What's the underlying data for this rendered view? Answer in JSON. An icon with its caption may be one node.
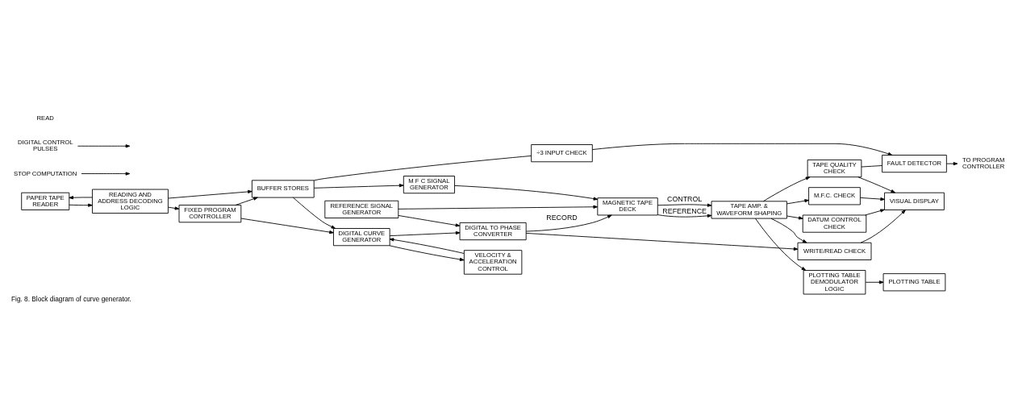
{
  "diagram": {
    "caption": "Fig. 8. Block diagram of curve generator.",
    "nodes": [
      {
        "text": [
          "PAPER TAPE READER"
        ]
      },
      {
        "text": [
          "READING AND ADDRESS DECODING LOGIC"
        ]
      },
      {
        "text": [
          "BUFFER STORES"
        ]
      },
      {
        "text": [
          "M F C SIGNAL GENERATOR"
        ]
      },
      {
        "text": [
          "÷3 INPUT CHECK"
        ]
      },
      {
        "text": [
          "DIGITAL CURVE GENERATOR"
        ]
      },
      {
        "text": [
          "FIXED PROGRAM CONTROLLER"
        ]
      },
      {
        "text": [
          "VELOCITY & ACCELERATION CONTROL"
        ]
      },
      {
        "text": [
          "DIGITAL TO PHASE CONVERTER"
        ]
      },
      {
        "text": [
          "REFERENCE SIGNAL GENERATOR"
        ]
      },
      {
        "text": [
          "MAGNETIC TAPE DECK"
        ]
      },
      {
        "text": [
          "TAPE AMP. & WAVEFORM SHAPING"
        ]
      },
      {
        "text": [
          "DATUM CONTROL CHECK"
        ]
      },
      {
        "text": [
          "TAPE QUALITY CHECK"
        ]
      },
      {
        "text": [
          "WRITE/READ CHECK"
        ]
      },
      {
        "text": [
          "M.F.C. CHECK"
        ]
      },
      {
        "text": [
          "PLOTTING TABLE DEMODULATOR LOGIC"
        ]
      },
      {
        "text": [
          "PLOTTING TABLE"
        ]
      },
      {
        "text": [
          "FAULT DETECTOR"
        ]
      },
      {
        "text": [
          "VISUAL DISPLAY"
        ]
      },
      {
        "text": [
          "TO PROGRAM CONTROLLER"
        ]
      },
      {
        "text": [
          "STOP COMPUTATION"
        ]
      },
      {
        "text": [
          "DIGITAL CONTROL PULSES"
        ]
      }
    ],
    "edges": [
      {
        "from": 0,
        "to": 1,
        "arrow": "to"
      },
      {
        "from": 1,
        "to": 0,
        "arrow": "to"
      },
      {
        "from": 1,
        "to": 2,
        "arrow": "to"
      },
      {
        "from": 1,
        "to": 6,
        "arrow": "to"
      },
      {
        "from": 6,
        "to": 2,
        "arrow": "to"
      },
      {
        "from": 6,
        "to": 5,
        "arrow": "to"
      },
      {
        "from": 2,
        "to": 5,
        "arrow": "to"
      },
      {
        "from": 2,
        "to": 3,
        "arrow": "to"
      },
      {
        "from": 2,
        "to": 4,
        "arrow": "none"
      },
      {
        "from": 4,
        "to": 18,
        "arrow": "to"
      },
      {
        "from": 3,
        "to": 10,
        "arrow": "to"
      },
      {
        "from": 5,
        "to": 8,
        "arrow": "to"
      },
      {
        "from": 5,
        "to": 7,
        "arrow": "to"
      },
      {
        "from": 7,
        "to": 5,
        "arrow": "to"
      },
      {
        "from": 9,
        "to": 8,
        "arrow": "to"
      },
      {
        "from": 8,
        "to": 10,
        "arrow": "to",
        "label": "RECORD"
      },
      {
        "from": 9,
        "to": 10,
        "arrow": "to"
      },
      {
        "from": 8,
        "to": 14,
        "arrow": "to"
      },
      {
        "from": 10,
        "to": 11,
        "arrow": "to",
        "label": "CONTROL"
      },
      {
        "from": 10,
        "to": 11,
        "arrow": "to",
        "label": "REFERENCE"
      },
      {
        "from": 11,
        "to": 12,
        "arrow": "to"
      },
      {
        "from": 11,
        "to": 13,
        "arrow": "to"
      },
      {
        "from": 11,
        "to": 14,
        "arrow": "to"
      },
      {
        "from": 11,
        "to": 15,
        "arrow": "to"
      },
      {
        "from": 11,
        "to": 16,
        "arrow": "to"
      },
      {
        "from": 12,
        "to": 19,
        "arrow": "to"
      },
      {
        "from": 13,
        "to": 18,
        "arrow": "none"
      },
      {
        "from": 13,
        "to": 19,
        "arrow": "to"
      },
      {
        "from": 14,
        "to": 19,
        "arrow": "to"
      },
      {
        "from": 15,
        "to": 19,
        "arrow": "to"
      },
      {
        "from": 16,
        "to": 17,
        "arrow": "to"
      },
      {
        "from": 18,
        "to": 20,
        "arrow": "to"
      },
      {
        "from": 21,
        "to": null,
        "arrow": "to"
      },
      {
        "from": 22,
        "to": null,
        "arrow": "to"
      }
    ],
    "labels": [
      "READ"
    ]
  }
}
